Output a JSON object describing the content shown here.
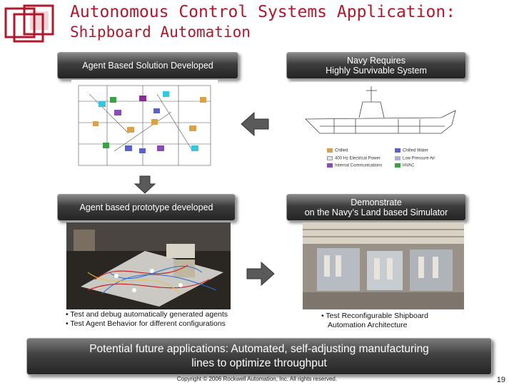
{
  "title": {
    "line1": "Autonomous Control Systems Application:",
    "line2": "Shipboard Automation"
  },
  "boxes": {
    "solution": "Agent Based Solution Developed",
    "navy_line1": "Navy Requires",
    "navy_line2": "Highly Survivable System",
    "prototype": "Agent based prototype developed",
    "demo_line1": "Demonstrate",
    "demo_line2": "on the Navy’s Land based Simulator"
  },
  "ship_legend": [
    {
      "label": "Chilled",
      "color": "#d9a24a"
    },
    {
      "label": "Chilled Water",
      "color": "#5a62c8"
    },
    {
      "label": "400 Hz Electrical Power",
      "color": "#e4e4e4"
    },
    {
      "label": "Low Pressure Air",
      "color": "#aab0d8"
    },
    {
      "label": "Internal Communications",
      "color": "#8a4ab8"
    },
    {
      "label": "HVAC",
      "color": "#3ca048"
    }
  ],
  "bullets_left": [
    "• Test and debug automatically generated agents",
    "• Test Agent Behavior for different configurations"
  ],
  "bullets_right": [
    "• Test Reconfigurable Shipboard",
    "Automation Architecture"
  ],
  "banner": {
    "line1": "Potential future applications: Automated, self-adjusting manufacturing",
    "line2": "lines to optimize throughput"
  },
  "footer": {
    "copyright": "Copyright © 2006 Rockwell Automation, Inc. All rights reserved.",
    "page": "19"
  }
}
